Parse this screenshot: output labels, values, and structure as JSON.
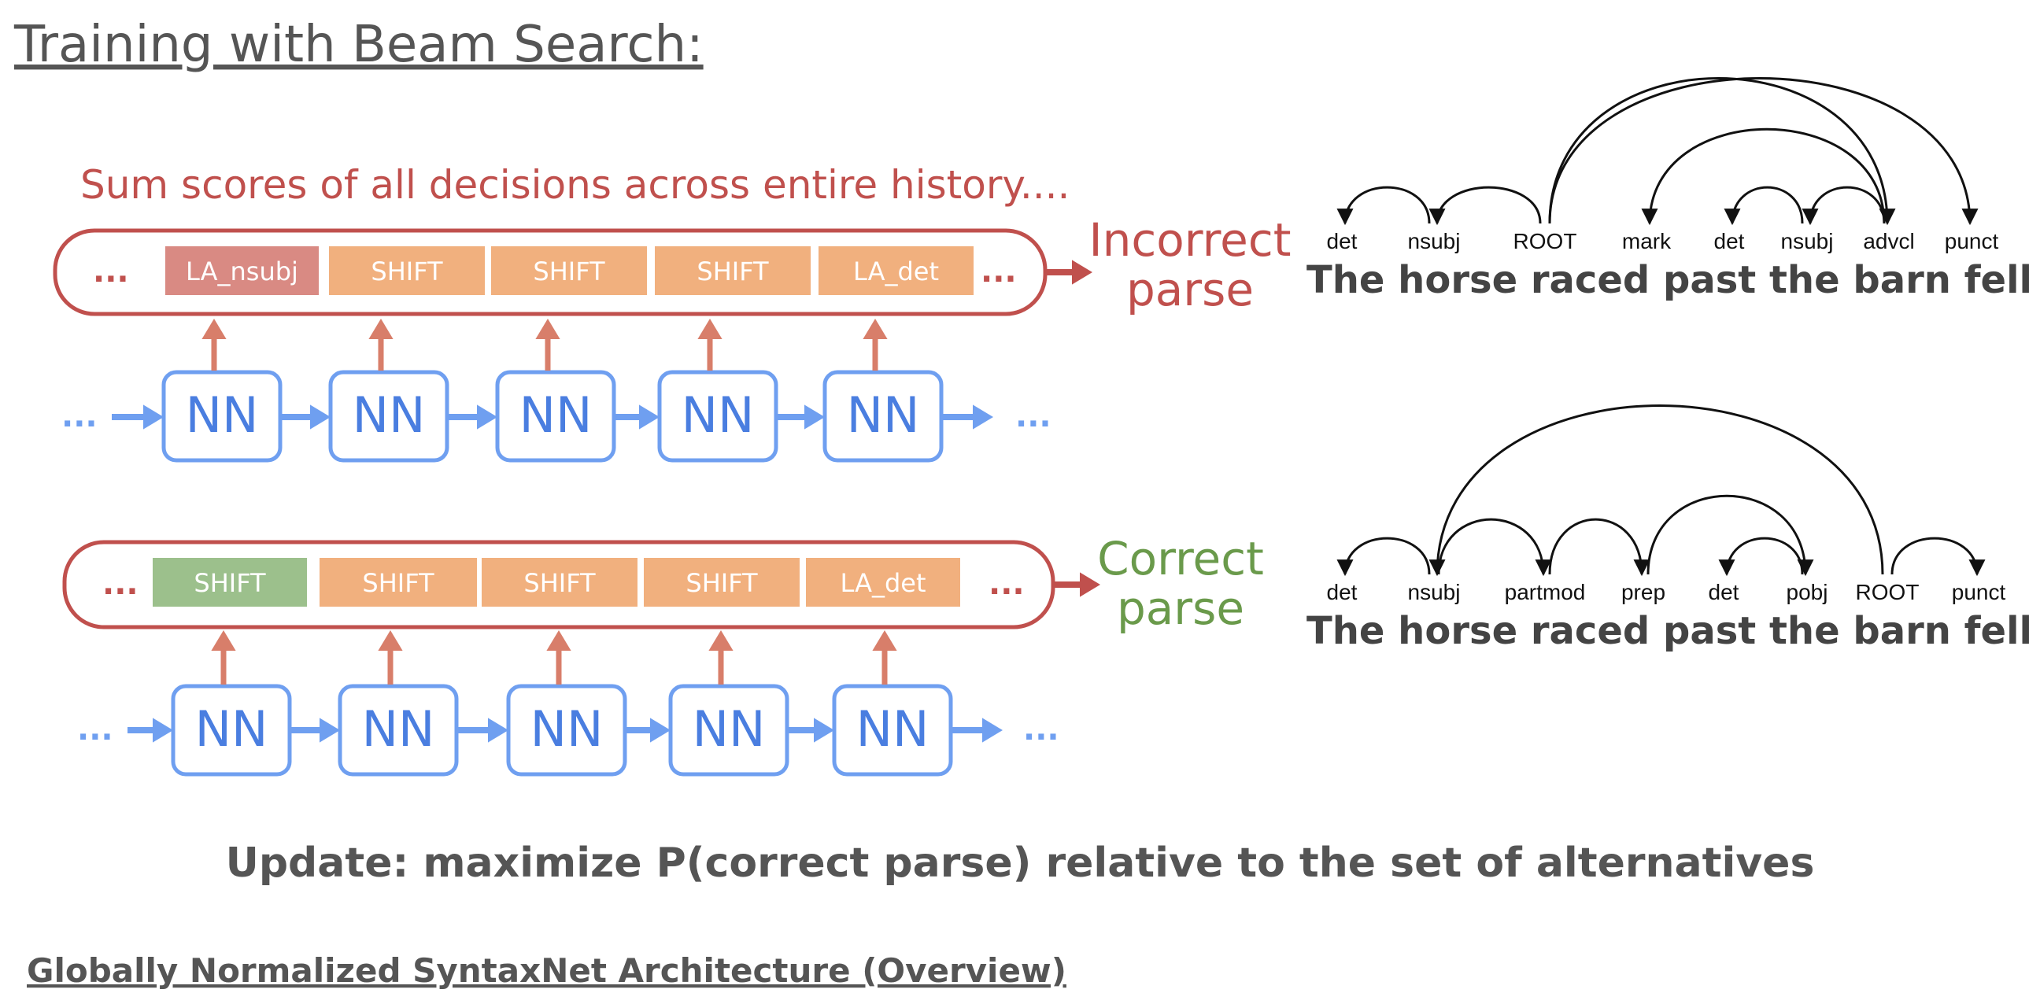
{
  "title": "Training with Beam Search:",
  "subtitle": "Sum scores of all decisions across entire history....",
  "update_text": "Update: maximize P(correct parse) relative to the set of alternatives",
  "footer_link": "Globally Normalized SyntaxNet Architecture (Overview)",
  "ellipsis": "...",
  "nn_label": "NN",
  "colors": {
    "title": "#555555",
    "incorrect": "#c0504d",
    "correct": "#6a9a4b",
    "nn": "#6f9ff0",
    "orange_box": "#f1b07e",
    "red_box": "#d98a83",
    "green_box": "#9cc08c",
    "text_dark": "#555555"
  },
  "rows": [
    {
      "id": "incorrect",
      "label_lines": [
        "Incorrect",
        "parse"
      ],
      "decisions": [
        {
          "label": "LA_nsubj",
          "kind": "red"
        },
        {
          "label": "SHIFT",
          "kind": "orange"
        },
        {
          "label": "SHIFT",
          "kind": "orange"
        },
        {
          "label": "SHIFT",
          "kind": "orange"
        },
        {
          "label": "LA_det",
          "kind": "orange"
        }
      ]
    },
    {
      "id": "correct",
      "label_lines": [
        "Correct",
        "parse"
      ],
      "decisions": [
        {
          "label": "SHIFT",
          "kind": "green"
        },
        {
          "label": "SHIFT",
          "kind": "orange"
        },
        {
          "label": "SHIFT",
          "kind": "orange"
        },
        {
          "label": "SHIFT",
          "kind": "orange"
        },
        {
          "label": "LA_det",
          "kind": "orange"
        }
      ]
    }
  ],
  "parses": [
    {
      "id": "incorrect",
      "sentence": "The horse raced past the barn fell   .",
      "labels": [
        "det",
        "nsubj",
        "ROOT",
        "mark",
        "det",
        "nsubj",
        "advcl",
        "punct"
      ]
    },
    {
      "id": "correct",
      "sentence": "The horse raced past the barn fell   .",
      "labels": [
        "det",
        "nsubj",
        "partmod",
        "prep",
        "det",
        "pobj",
        "ROOT",
        "punct"
      ]
    }
  ]
}
